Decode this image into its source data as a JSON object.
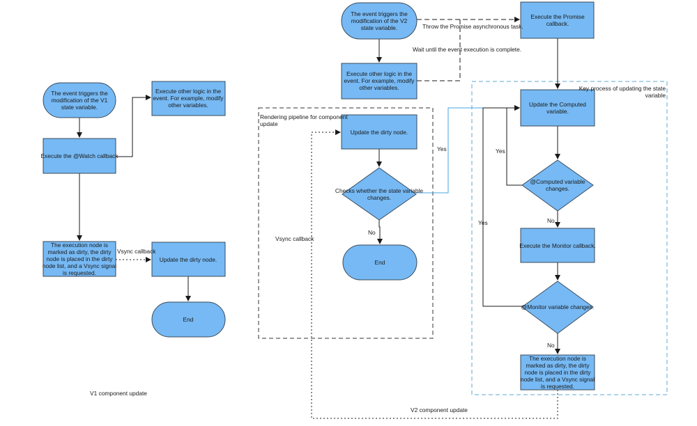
{
  "v1": {
    "caption": "V1 component update",
    "start": [
      "The event triggers the",
      "modification of the V1",
      "state variable."
    ],
    "watch": [
      "Execute the @Watch callback"
    ],
    "other_logic": [
      "Execute other logic in the",
      "event. For example, modify",
      "other variables."
    ],
    "mark_dirty": [
      "The execution node is",
      "marked as dirty, the dirty",
      "node is placed in the dirty",
      "node list, and a Vsync signal",
      "is requested."
    ],
    "vsync_label": "Vsync callback",
    "update_dirty": [
      "Update the dirty node."
    ],
    "end": [
      "End"
    ]
  },
  "v2": {
    "caption": "V2 component update",
    "start": [
      "The event triggers the",
      "modification of the V2",
      "state variable."
    ],
    "other_logic": [
      "Execute other logic in the",
      "event. For example, modify",
      "other variables."
    ],
    "promise_cb": [
      "Execute the Promise",
      "callback."
    ],
    "throw_label": "Throw the Promise asynchronous task.",
    "wait_label": "Wait until the event execution is complete.",
    "pipeline_label": [
      "Rendering pipeline for component",
      "update"
    ],
    "update_dirty": [
      "Update the dirty node."
    ],
    "checks": [
      "Checks whether the state variable",
      "changes."
    ],
    "end": [
      "End"
    ],
    "vsync_label": "Vsync callback",
    "yes": "Yes",
    "no": "No",
    "key_process_label": [
      "Key process of updating the state",
      "variable"
    ],
    "computed_update": [
      "Update the Computed",
      "variable."
    ],
    "computed_changes": [
      "@Computed variable",
      "changes."
    ],
    "monitor_cb": [
      "Execute the Monitor callback."
    ],
    "monitor_changes": [
      "@Monitor variable changes."
    ],
    "mark_dirty": [
      "The execution node is",
      "marked as dirty, the dirty",
      "node is placed in the dirty",
      "node list, and a Vsync signal",
      "is requested."
    ]
  },
  "colors": {
    "node_fill": "#76B9F4",
    "key_frame": "#5BA9D6",
    "blue_edge": "#4AA3E0"
  }
}
